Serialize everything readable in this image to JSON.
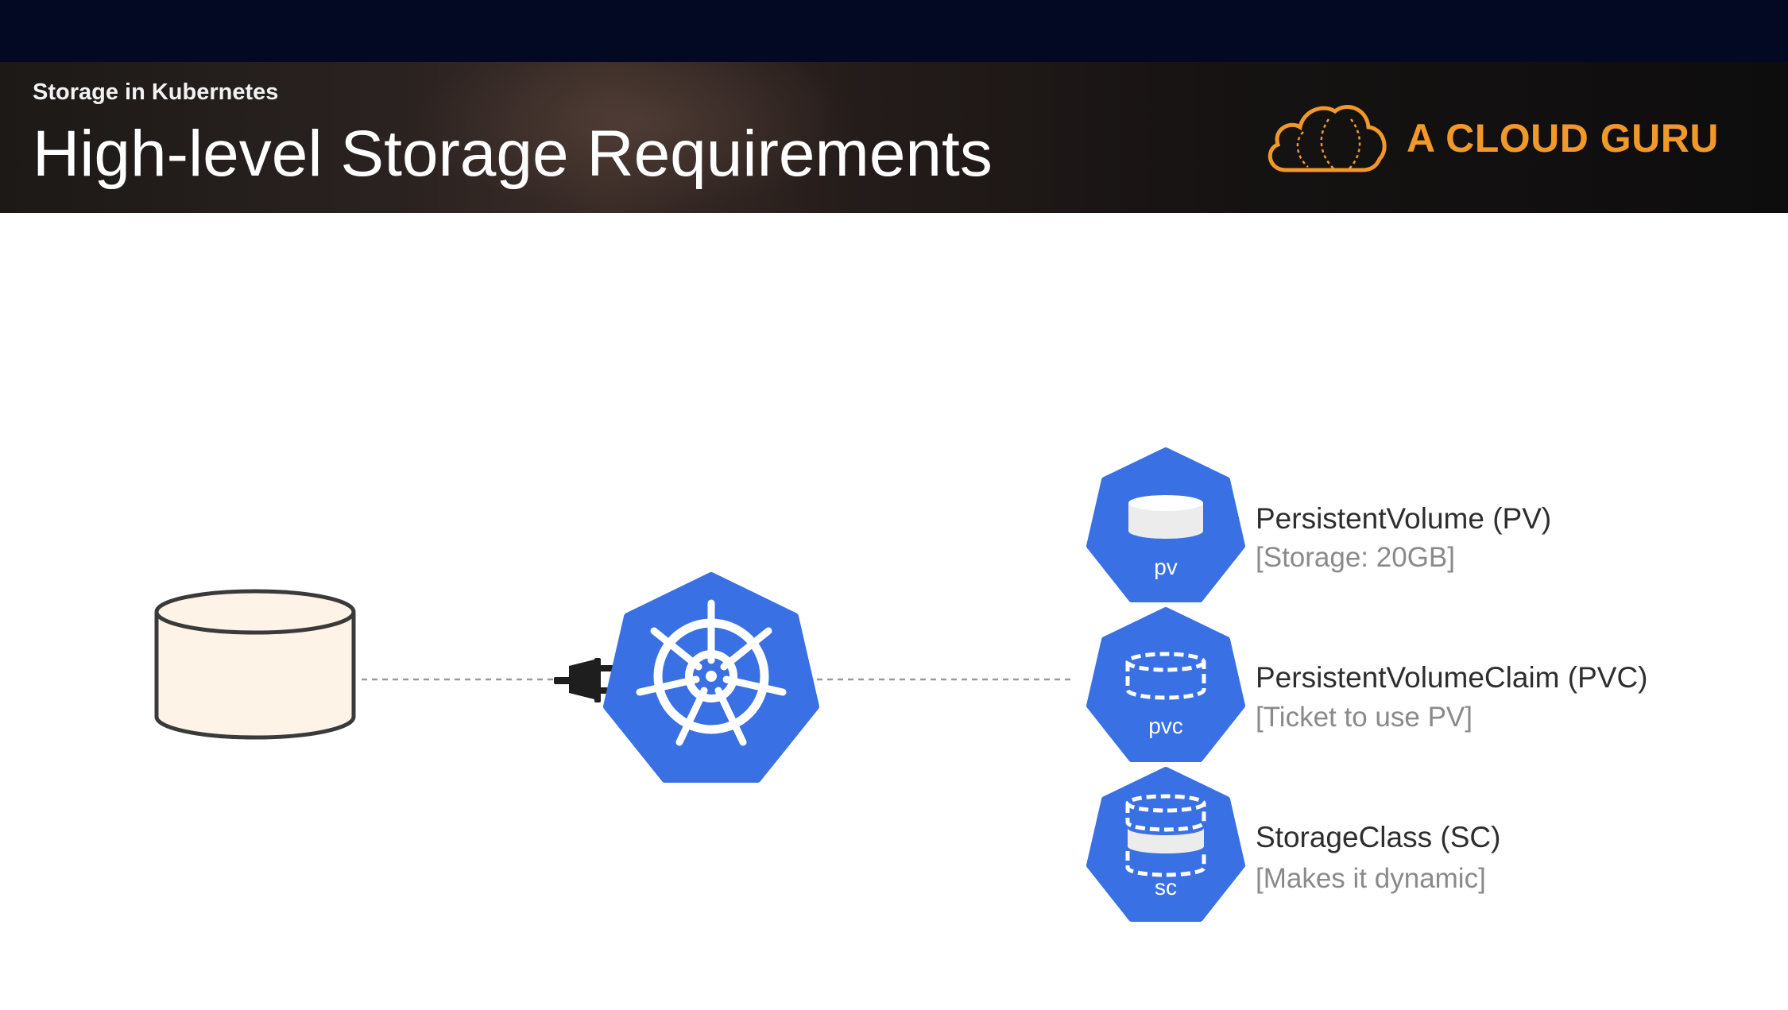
{
  "header": {
    "subtitle": "Storage in Kubernetes",
    "title": "High-level Storage Requirements",
    "brand": "A CLOUD GURU"
  },
  "diagram": {
    "nodes": [
      {
        "id": "storage",
        "icon": "storage-cylinder-icon"
      },
      {
        "id": "plug",
        "icon": "plug-icon"
      },
      {
        "id": "kubernetes",
        "icon": "kubernetes-helm-icon"
      }
    ],
    "resources": [
      {
        "abbr": "pv",
        "name": "PersistentVolume (PV)",
        "detail": "[Storage: 20GB]",
        "icon": "pv-icon"
      },
      {
        "abbr": "pvc",
        "name": "PersistentVolumeClaim (PVC)",
        "detail": "[Ticket to use PV]",
        "icon": "pvc-icon"
      },
      {
        "abbr": "sc",
        "name": "StorageClass (SC)",
        "detail": "[Makes it dynamic]",
        "icon": "sc-icon"
      }
    ]
  },
  "colors": {
    "topbar": "#030923",
    "brand_orange": "#f1982a",
    "kube_blue": "#3970e4",
    "cylinder_fill": "#fdf3e7"
  }
}
